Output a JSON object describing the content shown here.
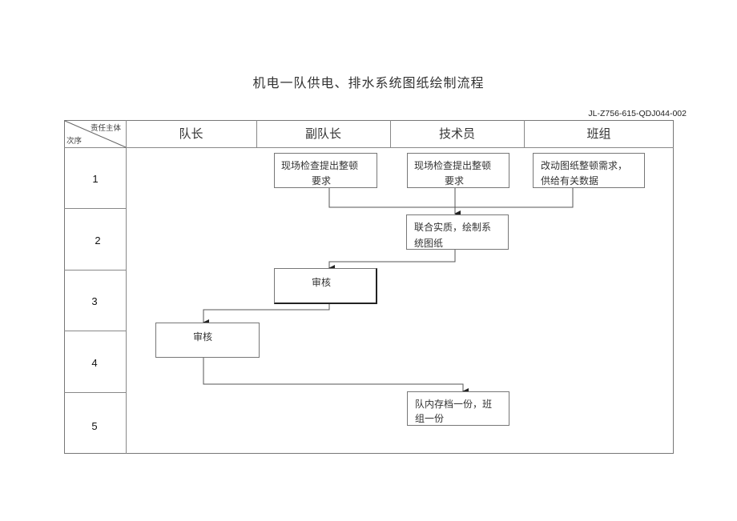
{
  "title": "机电一队供电、排水系统图纸绘制流程",
  "doc_code": "JL-Z756-615-QDJ044-002",
  "table": {
    "corner_top": "责任主体",
    "corner_bottom": "次序",
    "columns": [
      "队长",
      "副队长",
      "技术员",
      "班组"
    ],
    "steps": [
      "1",
      "2",
      "3",
      "4",
      "5"
    ]
  },
  "nodes": {
    "n1": {
      "lines": [
        "现场检查提出整顿",
        "要求"
      ],
      "column": "副队长",
      "step": "1"
    },
    "n2": {
      "lines": [
        "现场检查提出整顿",
        "要求"
      ],
      "column": "技术员",
      "step": "1"
    },
    "n3": {
      "lines": [
        "改动图纸整顿需求，",
        "供给有关数据"
      ],
      "column": "班组",
      "step": "1"
    },
    "n4": {
      "lines": [
        "联合实质，绘制系",
        "统图纸"
      ],
      "column": "技术员",
      "step": "2"
    },
    "n5": {
      "lines": [
        "审核"
      ],
      "column": "副队长",
      "step": "3"
    },
    "n6": {
      "lines": [
        "审核"
      ],
      "column": "队长",
      "step": "4"
    },
    "n7": {
      "lines": [
        "队内存档一份，班",
        "组一份"
      ],
      "column": "技术员",
      "step": "5"
    }
  },
  "edges": [
    {
      "from": "n1",
      "to": "n4"
    },
    {
      "from": "n2",
      "to": "n4"
    },
    {
      "from": "n3",
      "to": "n4"
    },
    {
      "from": "n4",
      "to": "n5"
    },
    {
      "from": "n5",
      "to": "n6"
    },
    {
      "from": "n6",
      "to": "n7"
    }
  ]
}
